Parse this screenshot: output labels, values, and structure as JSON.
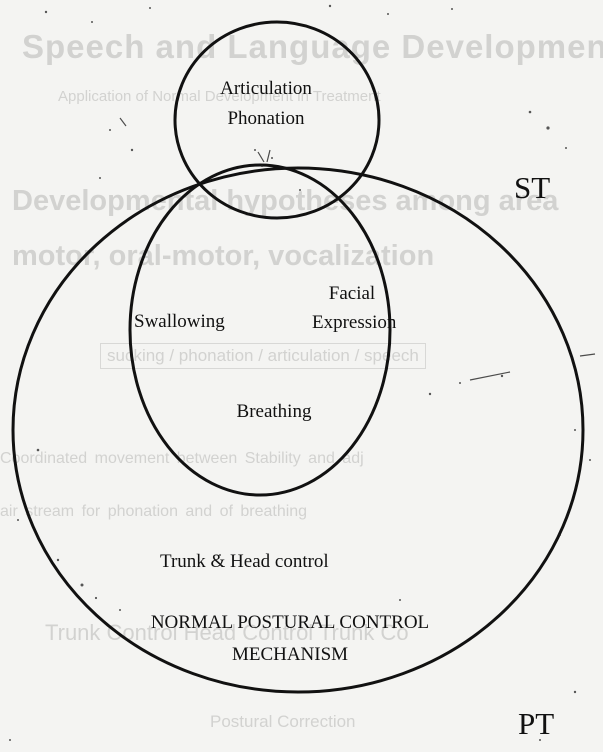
{
  "ghost_text": {
    "line1": "Speech and Language Development",
    "line2": "Application of Normal Development in Treatment",
    "line3": "Developmental hypotheses among area",
    "line4": "motor, oral-motor, vocalization",
    "line5": "sucking / phonation / articulation / speech",
    "line6": "Coordinated movement between    Stability and adj",
    "line7": "air stream for phonation and              of breathing",
    "line8": "Trunk Control    Head Control    Trunk Co",
    "line9": "Postural Correction"
  },
  "labels": {
    "articulation": "Articulation",
    "phonation": "Phonation",
    "swallowing": "Swallowing",
    "facial": "Facial",
    "expression": "Expression",
    "breathing": "Breathing",
    "trunk_head": "Trunk & Head control",
    "normal_postural": "NORMAL POSTURAL CONTROL",
    "mechanism": "MECHANISM",
    "st": "ST",
    "pt": "PT"
  },
  "colors": {
    "ink": "#111111",
    "paper": "#f4f4f2",
    "ghost": "#d2d2d0"
  }
}
